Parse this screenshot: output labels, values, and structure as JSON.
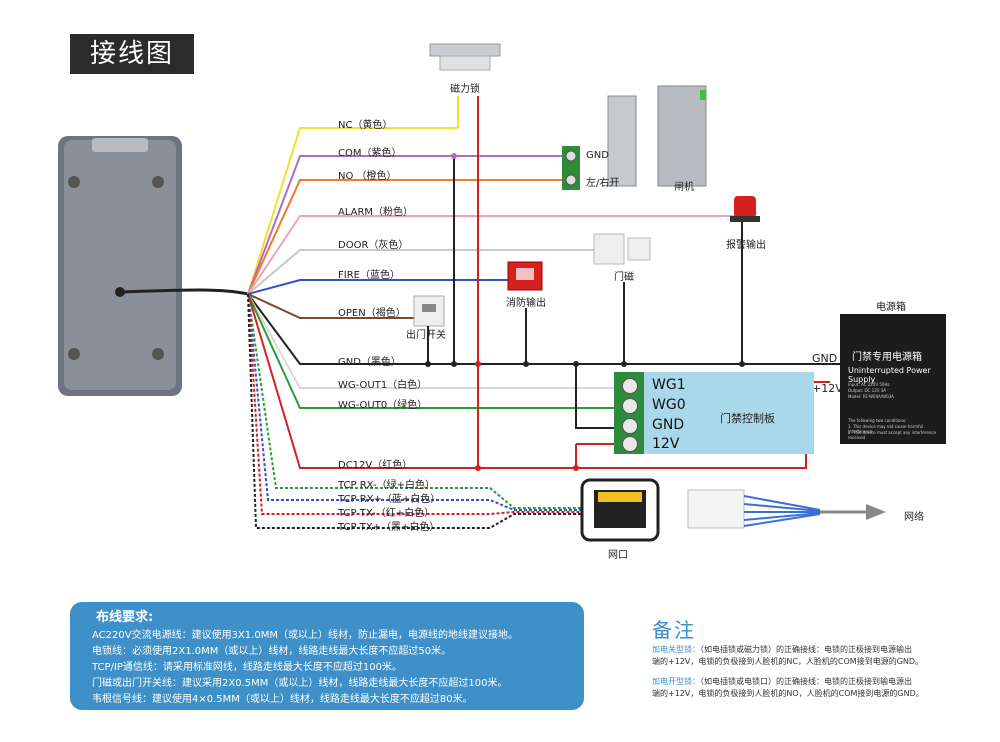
{
  "title": "接线图",
  "devices": {
    "maglock": "磁力锁",
    "turnstile": "闸机",
    "alarm_out": "报警输出",
    "door_sensor": "门磁",
    "fire_out": "消防输出",
    "exit_switch": "出门开关",
    "psu_box": "电源箱",
    "network_port": "网口",
    "network": "网络",
    "controller": "门禁控制板"
  },
  "turnstile_terminal": {
    "gnd": "GND",
    "lr": "左/右开"
  },
  "psu": {
    "gnd": "GND",
    "plus12": "+12V",
    "panel_title": "门禁专用电源箱",
    "panel_sub": "Uninterrupted Power Supply",
    "spec1": "Input: AC 220V 50Hz",
    "spec2": "Output: DC 12V 3A",
    "spec3": "Model: PZ-W04A/W03A",
    "spec4": "The following two conditions:",
    "spec5": "1. This device may not cause harmful interference",
    "spec6": "2. This device must accept any interference received"
  },
  "controller_terminals": [
    "WG1",
    "WG0",
    "GND",
    "12V"
  ],
  "wires": [
    {
      "label": "NC（黄色）",
      "color": "#f2e02a"
    },
    {
      "label": "COM（紫色）",
      "color": "#b26bc2"
    },
    {
      "label": "NO （橙色）",
      "color": "#f07a2a"
    },
    {
      "label": "ALARM（粉色）",
      "color": "#f2a0b8"
    },
    {
      "label": "DOOR（灰色）",
      "color": "#c8c8c8"
    },
    {
      "label": "FIRE（蓝色）",
      "color": "#2f52c8"
    },
    {
      "label": "OPEN（褐色）",
      "color": "#7a4a2a"
    },
    {
      "label": "GND（黑色）",
      "color": "#222222"
    },
    {
      "label": "WG-OUT1（白色）",
      "color": "#d8d8d8"
    },
    {
      "label": "WG-OUT0（绿色）",
      "color": "#2f9a3a"
    },
    {
      "label": "DC12V（红色）",
      "color": "#d32020"
    },
    {
      "label": "TCP RX-（绿+白色）",
      "color": "#2f9a3a"
    },
    {
      "label": "TCP RX+（蓝+白色）",
      "color": "#2f52c8"
    },
    {
      "label": "TCP TX-（红+白色）",
      "color": "#d32020"
    },
    {
      "label": "TCP TX+（黑+白色）",
      "color": "#222222"
    }
  ],
  "requirements": {
    "title": "布线要求:",
    "lines": [
      "AC220V交流电源线：建议使用3X1.0MM（或以上）线材，防止漏电，电源线的地线建议接地。",
      "电锁线：必须使用2X1.0MM（或以上）线材，线路走线最大长度不应超过50米。",
      "TCP/IP通信线：请采用标准网线，线路走线最大长度不应超过100米。",
      "门磁或出门开关线：建议采用2X0.5MM（或以上）线材，线路走线最大长度不应超过100米。",
      "韦根信号线：建议使用4×0.5MM（或以上）线材，线路走线最大长度不应超过80米。"
    ]
  },
  "notes": {
    "title": "备注",
    "n1_hl": "加电关型锁：",
    "n1_a": "（如电插锁或磁力锁）的正确接线：电锁的正极接到电源输出",
    "n1_b": "端的+12V，电锁的负极接到人脸机的NC，人脸机的COM接到电源的GND。",
    "n2_hl": "加电开型锁：",
    "n2_a": "（如电插锁或电锁口）的正确接线：电锁的正极接到输电源出",
    "n2_b": "端的+12V，电锁的负极接到人脸机的NO，人脸机的COM接到电源的GND。"
  },
  "colors": {
    "accent": "#3f8fc8",
    "title_bg": "#2b2b2b"
  }
}
